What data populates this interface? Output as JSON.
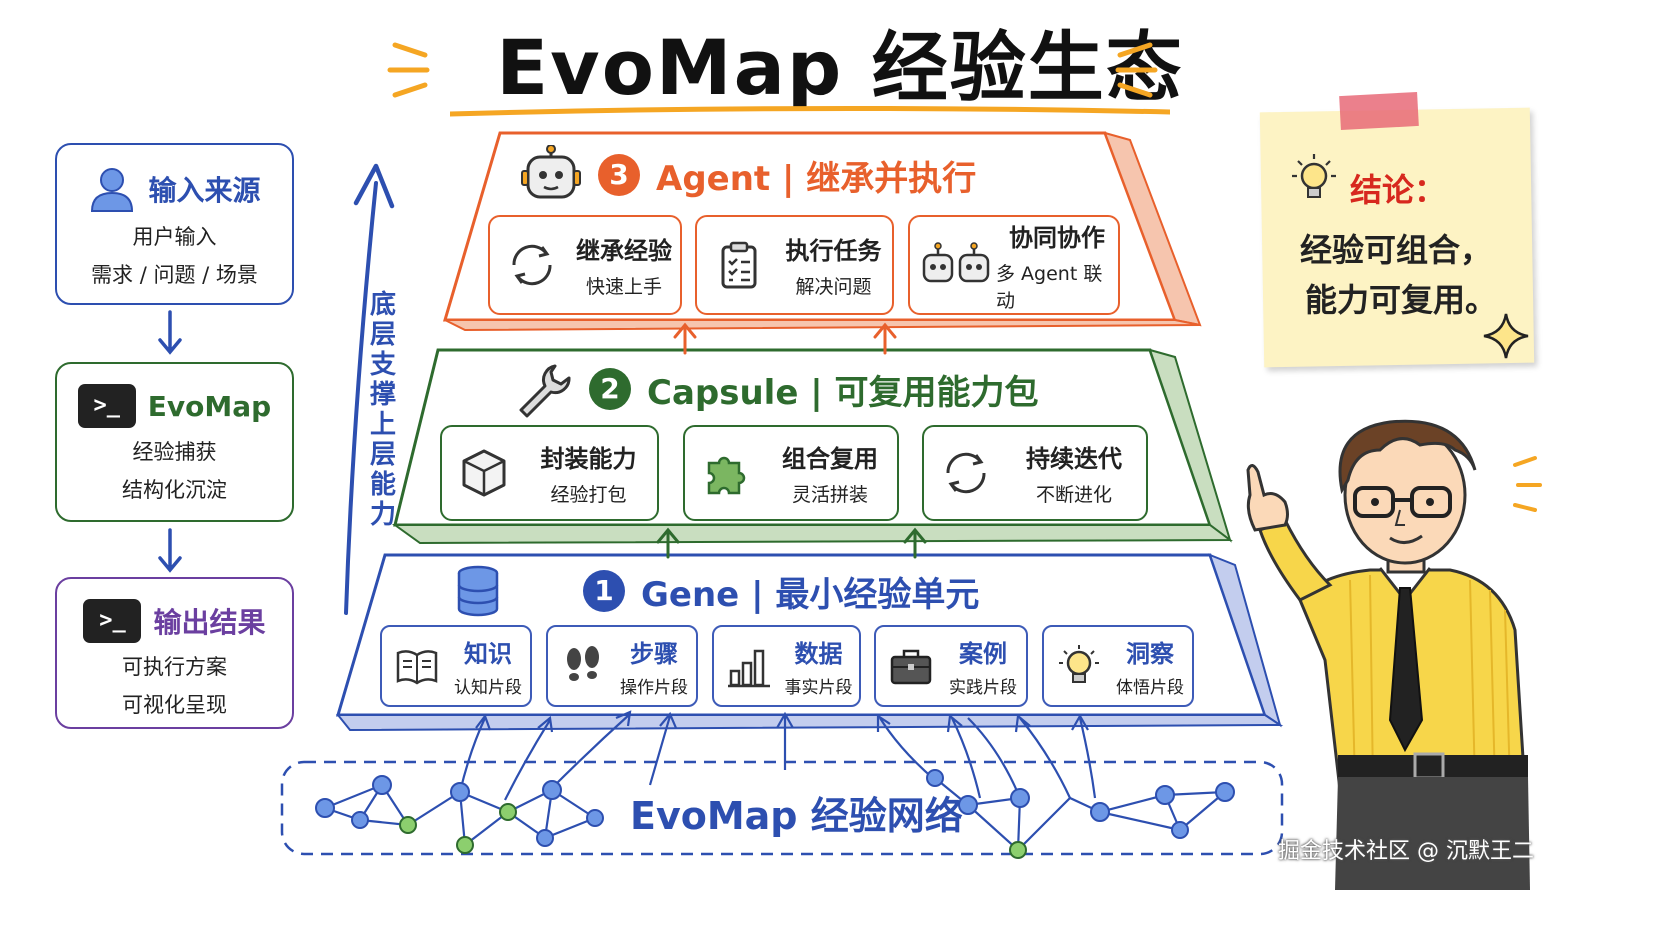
{
  "title": "EvoMap 经验生态",
  "colors": {
    "blue": "#2d4fb0",
    "green": "#2e6b2e",
    "orange": "#e8602c",
    "purple": "#6b3fa0",
    "yellow": "#f5a623",
    "note": "#fdf3c4"
  },
  "flow": [
    {
      "title": "输入来源",
      "icon": "user-icon",
      "lines": [
        "用户输入",
        "需求 / 问题 / 场景"
      ]
    },
    {
      "title": "EvoMap",
      "icon": "terminal-icon",
      "lines": [
        "经验捕获",
        "结构化沉淀"
      ]
    },
    {
      "title": "输出结果",
      "icon": "terminal-icon",
      "lines": [
        "可执行方案",
        "可视化呈现"
      ]
    }
  ],
  "side_text": "底层支撑上层能力",
  "layers": {
    "agent": {
      "number": "3",
      "title": "Agent | 继承并执行",
      "cards": [
        {
          "title": "继承经验",
          "sub": "快速上手",
          "icon": "cycle-icon"
        },
        {
          "title": "执行任务",
          "sub": "解决问题",
          "icon": "clipboard-icon"
        },
        {
          "title": "协同协作",
          "sub": "多 Agent 联动",
          "icon": "robots-icon"
        }
      ]
    },
    "capsule": {
      "number": "2",
      "title": "Capsule | 可复用能力包",
      "cards": [
        {
          "title": "封装能力",
          "sub": "经验打包",
          "icon": "cube-icon"
        },
        {
          "title": "组合复用",
          "sub": "灵活拼装",
          "icon": "puzzle-icon"
        },
        {
          "title": "持续迭代",
          "sub": "不断进化",
          "icon": "cycle-icon"
        }
      ]
    },
    "gene": {
      "number": "1",
      "title": "Gene | 最小经验单元",
      "cards": [
        {
          "title": "知识",
          "sub": "认知片段",
          "icon": "book-icon"
        },
        {
          "title": "步骤",
          "sub": "操作片段",
          "icon": "footprints-icon"
        },
        {
          "title": "数据",
          "sub": "事实片段",
          "icon": "bar-chart-icon"
        },
        {
          "title": "案例",
          "sub": "实践片段",
          "icon": "briefcase-icon"
        },
        {
          "title": "洞察",
          "sub": "体悟片段",
          "icon": "lightbulb-icon"
        }
      ]
    }
  },
  "network_label": "EvoMap 经验网络",
  "note": {
    "heading": "结论：",
    "line1": "经验可组合，",
    "line2": "能力可复用。"
  },
  "watermark": "掘金技术社区 @ 沉默王二"
}
